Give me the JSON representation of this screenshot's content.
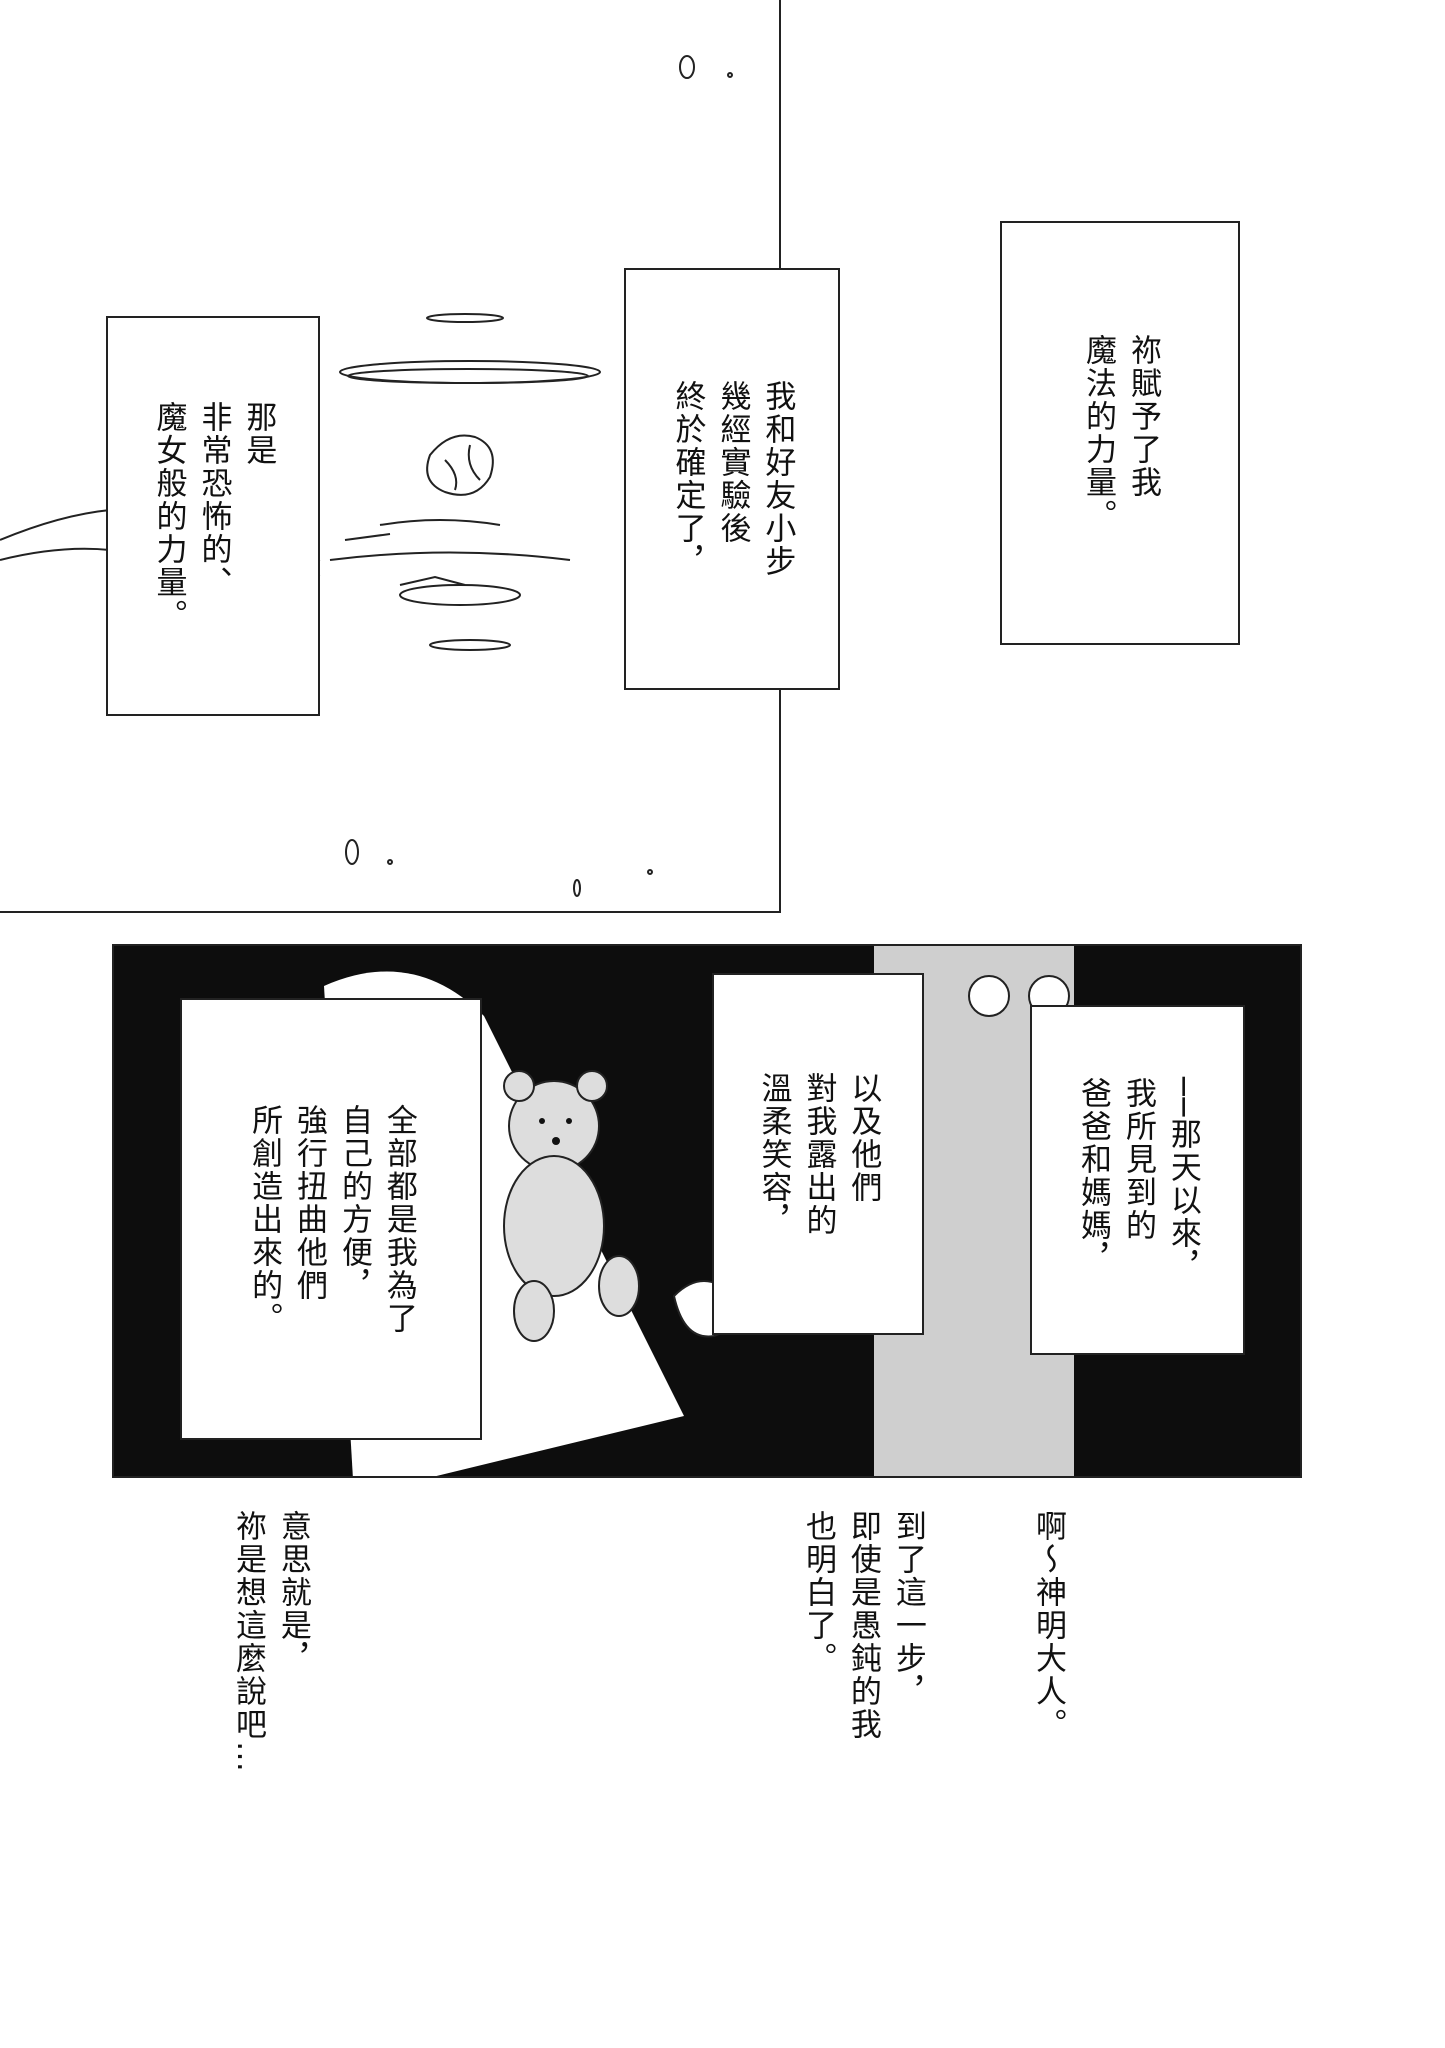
{
  "page": {
    "top_panel": {
      "captions": [
        {
          "text": "祢賦予了我\n魔法的力量。"
        },
        {
          "text": "我和好友小步\n幾經實驗後\n終於確定了，"
        },
        {
          "text": "那是\n非常恐怖的、\n魔女般的力量。"
        }
      ]
    },
    "middle_panel": {
      "captions": [
        {
          "text": "──那天以來，\n我所見到的\n爸爸和媽媽，"
        },
        {
          "text": "以及他們\n對我露出的\n溫柔笑容，"
        },
        {
          "text": "全部都是我為了\n自己的方便，\n強行扭曲他們\n所創造出來的。"
        }
      ]
    },
    "bottom_text": {
      "lines": [
        {
          "text": "啊～神明大人。"
        },
        {
          "text": "到了這一步，\n即使是愚鈍的我\n也明白了。"
        },
        {
          "text": "意思就是，\n祢是想這麼說吧…"
        }
      ]
    },
    "colors": {
      "ink": "#111111",
      "panel_black": "#0d0d0d",
      "paper": "#ffffff"
    }
  }
}
